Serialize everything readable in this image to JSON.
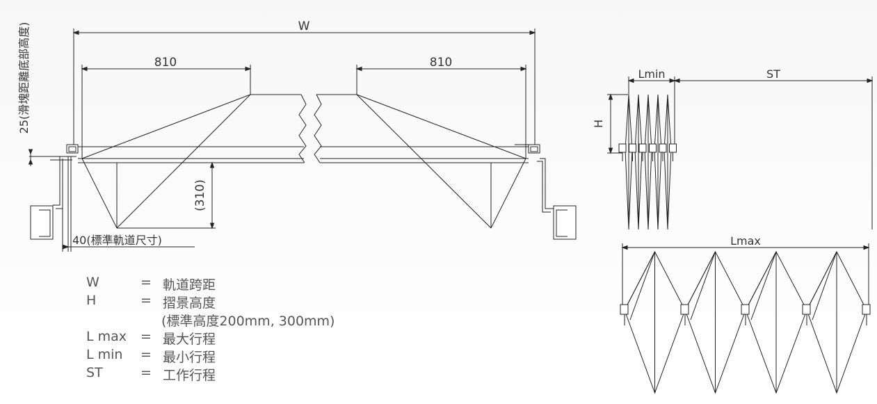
{
  "labels": {
    "width": "W",
    "left_offset": "810",
    "right_offset": "810",
    "height_dim": "(310)",
    "rail_size": "40(標準軌道尺寸)",
    "block_height": "25(滑塊距離底部高度)",
    "lmin": "Lmin",
    "stroke": "ST",
    "h": "H",
    "lmax": "Lmax"
  },
  "legend": [
    {
      "symbol": "W",
      "eq": "=",
      "desc": "軌道跨距"
    },
    {
      "symbol": "H",
      "eq": "=",
      "desc": "摺景高度"
    },
    {
      "symbol": "",
      "eq": "",
      "desc": "(標準高度200mm, 300mm)"
    },
    {
      "symbol": "L max",
      "eq": "=",
      "desc": "最大行程"
    },
    {
      "symbol": "L min",
      "eq": "=",
      "desc": "最小行程"
    },
    {
      "symbol": "ST",
      "eq": "=",
      "desc": "工作行程"
    }
  ]
}
